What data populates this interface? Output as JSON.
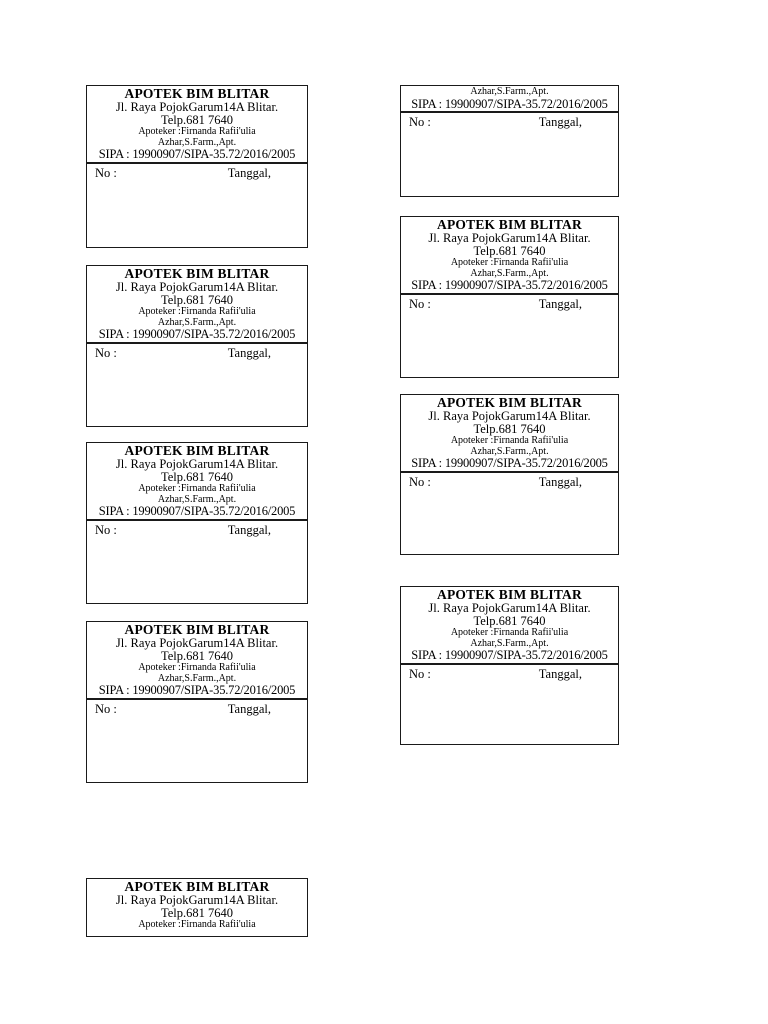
{
  "document": {
    "background_color": "#ffffff",
    "text_color": "#000000",
    "border_color": "#1a1a1a",
    "label": {
      "title": "APOTEK BIM BLITAR",
      "address": "Jl. Raya PojokGarum14A Blitar.",
      "phone": "Telp.681 7640",
      "pharmacist_line1": "Apoteker :Firnanda Rafii'ulia",
      "pharmacist_line2": "Azhar,S.Farm.,Apt.",
      "sipa_line": "SIPA : 19900907/SIPA-35.72/2016/2005",
      "no_label": "No :",
      "date_label": "Tanggal,"
    }
  }
}
